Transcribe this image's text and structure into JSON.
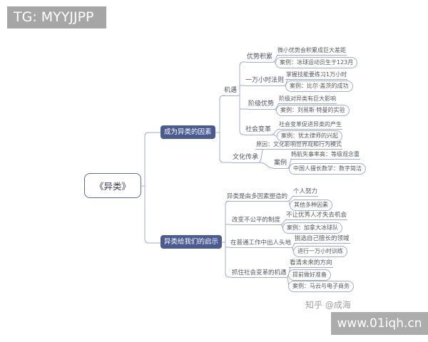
{
  "banner": {
    "text": "TG: MYYJJPP"
  },
  "watermark": {
    "zhihu": "知乎 @成海",
    "url": "www.01iqh.cn"
  },
  "colors": {
    "branch_fill": "#4a5b92",
    "root_border": "#5d6ca0",
    "connector_line": "#a3adc8",
    "leaf_text": "#55595f",
    "banner_bg": "#a6a6a6",
    "url_box_bg": "#acacac"
  },
  "mindmap": {
    "root_label": "《异类》",
    "factors": {
      "label": "成为异类的因素",
      "opportunity": {
        "label": "机遇",
        "advantage": {
          "label": "优势积累",
          "point": "微小优势会积累成巨大差距",
          "case": "案例：冰球运动员生于123月"
        },
        "ten_thousand_hours": {
          "label": "一万小时法则",
          "point": "掌握技能要练习1万小时",
          "case": "案例：比尔·盖茨的成功"
        },
        "class_advantage": {
          "label": "阶级优势",
          "point": "阶级对异类有巨大影响",
          "case": "案例：刘易斯·特曼的实验"
        },
        "social_change": {
          "label": "社会变革",
          "point": "社会变革促进异类的产生",
          "case": "案例：犹太律师的兴起"
        }
      },
      "culture": {
        "label": "文化传承",
        "reason": "原因：文化影响世界观和行为模式",
        "cases_label": "案例",
        "case1": "韩航失事率高：等级观念重",
        "case2": "中国人擅长数学：数字简洁"
      }
    },
    "insights": {
      "label": "异类给我们的启示",
      "shaped": {
        "label": "异类是由多因素塑造的",
        "point": "个人努力",
        "case": "其他多种因素"
      },
      "fairness": {
        "label": "改变不公平的制度",
        "point": "不让优秀人才失去机会",
        "case": "案例：加拿大冰球队"
      },
      "standout": {
        "label": "在普通工作中出人头地",
        "point": "挑选自己擅长的领域",
        "case": "进行一万小时训练"
      },
      "seize": {
        "label": "抓住社会变革的机遇",
        "point": "看清未来的方向",
        "point2": "提前做好准备",
        "case": "案例：马云与电子商务"
      }
    }
  }
}
